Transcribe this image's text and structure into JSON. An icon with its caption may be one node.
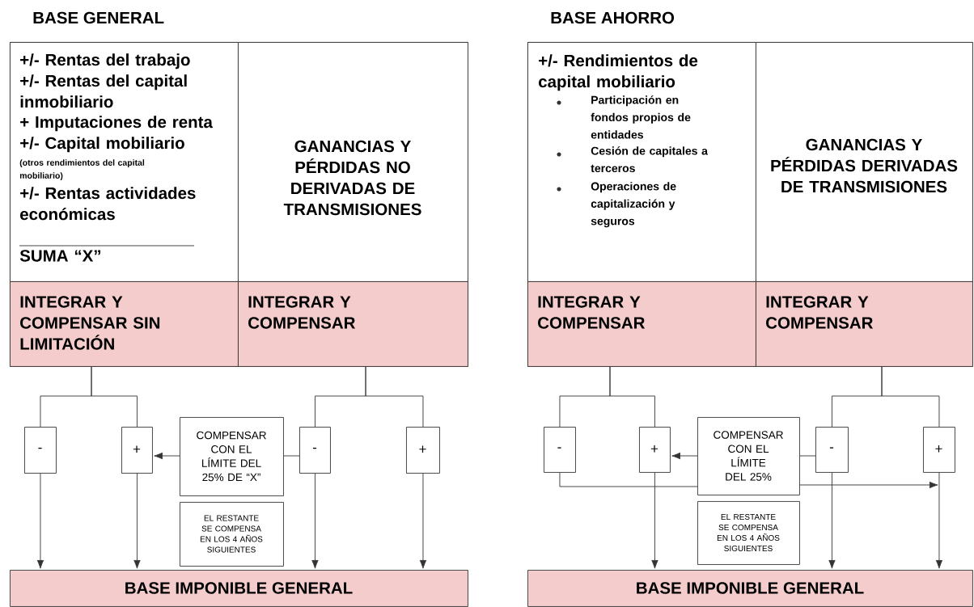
{
  "diagram": {
    "nodes": [
      {
        "text": [
          "BASE GENERAL"
        ]
      },
      {
        "text": [
          "+/- Rentas del trabajo",
          "+/- Rentas del capital inmobiliario",
          "+ Imputaciones de renta",
          "+/- Capital mobiliario",
          "(otros rendimientos del capital mobiliario)",
          "+/- Rentas actividades económicas",
          "SUMA “X”"
        ],
        "in": 0
      },
      {
        "text": [
          "GANANCIAS Y PÉRDIDAS NO DERIVADAS DE TRANSMISIONES"
        ],
        "in": 0
      },
      {
        "text": [
          "INTEGRAR Y COMPENSAR SIN LIMITACIÓN"
        ],
        "in": 0
      },
      {
        "text": [
          "INTEGRAR Y COMPENSAR"
        ],
        "in": 0
      },
      {
        "text": [
          "-"
        ]
      },
      {
        "text": [
          "+"
        ]
      },
      {
        "text": [
          "COMPENSAR CON EL LÍMITE DEL 25% DE “X”"
        ]
      },
      {
        "text": [
          "EL RESTANTE SE COMPENSA EN LOS 4 AÑOS SIGUIENTES"
        ]
      },
      {
        "text": [
          "-"
        ]
      },
      {
        "text": [
          "+"
        ]
      },
      {
        "text": [
          "BASE IMPONIBLE GENERAL"
        ]
      },
      {
        "text": [
          "BASE AHORRO"
        ]
      },
      {
        "text": [
          "+/- Rendimientos de capital mobiliario",
          "Participación en fondos propios de entidades",
          "Cesión de capitales a terceros",
          "Operaciones de capitalización y seguros"
        ],
        "in": 12
      },
      {
        "text": [
          "GANANCIAS Y PÉRDIDAS DERIVADAS DE TRANSMISIONES"
        ],
        "in": 12
      },
      {
        "text": [
          "INTEGRAR Y COMPENSAR"
        ],
        "in": 12
      },
      {
        "text": [
          "INTEGRAR Y COMPENSAR"
        ],
        "in": 12
      },
      {
        "text": [
          "-"
        ]
      },
      {
        "text": [
          "+"
        ]
      },
      {
        "text": [
          "COMPENSAR CON EL LÍMITE DEL 25%"
        ]
      },
      {
        "text": [
          "EL RESTANTE SE COMPENSA EN LOS 4 AÑOS SIGUIENTES"
        ]
      },
      {
        "text": [
          "-"
        ]
      },
      {
        "text": [
          "+"
        ]
      },
      {
        "text": [
          "BASE IMPONIBLE GENERAL"
        ]
      }
    ],
    "edges": [
      {
        "from": 3,
        "to": 5,
        "arrow": "none"
      },
      {
        "from": 3,
        "to": 6,
        "arrow": "none"
      },
      {
        "from": 4,
        "to": 9,
        "arrow": "none"
      },
      {
        "from": 4,
        "to": 10,
        "arrow": "none"
      },
      {
        "from": 7,
        "to": 6,
        "arrow": "to"
      },
      {
        "from": 9,
        "to": 7,
        "arrow": "none"
      },
      {
        "from": 5,
        "to": 11,
        "arrow": "to"
      },
      {
        "from": 6,
        "to": 11,
        "arrow": "to"
      },
      {
        "from": 9,
        "to": 11,
        "arrow": "to"
      },
      {
        "from": 10,
        "to": 11,
        "arrow": "to"
      },
      {
        "from": 15,
        "to": 17,
        "arrow": "none"
      },
      {
        "from": 15,
        "to": 18,
        "arrow": "none"
      },
      {
        "from": 16,
        "to": 21,
        "arrow": "none"
      },
      {
        "from": 16,
        "to": 22,
        "arrow": "none"
      },
      {
        "from": 19,
        "to": 18,
        "arrow": "to"
      },
      {
        "from": 21,
        "to": 19,
        "arrow": "none"
      },
      {
        "from": 17,
        "to": 19,
        "arrow": "none"
      },
      {
        "from": 19,
        "to": 22,
        "arrow": "to"
      },
      {
        "from": 18,
        "to": 23,
        "arrow": "to"
      },
      {
        "from": 21,
        "to": 23,
        "arrow": "to"
      },
      {
        "from": 22,
        "to": 23,
        "arrow": "to"
      }
    ]
  }
}
